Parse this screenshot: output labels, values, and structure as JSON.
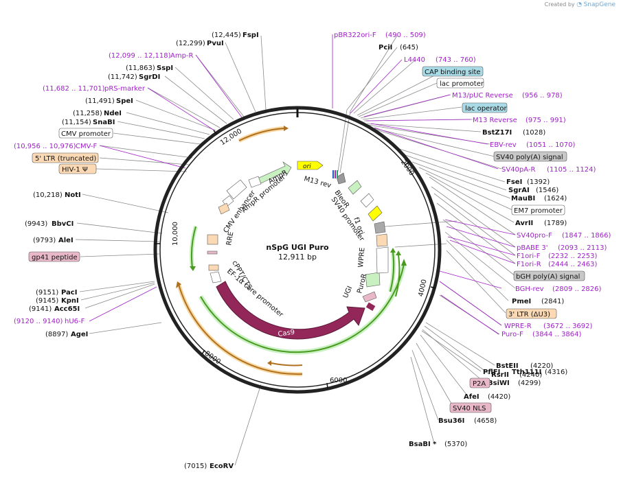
{
  "credit": {
    "prefix": "Created by",
    "brand": "SnapGene"
  },
  "plasmid": {
    "name": "nSpG UGI Puro",
    "length": "12,911 bp"
  },
  "ring_ticks": [
    "2000",
    "4000",
    "6000",
    "8000",
    "10,000",
    "12,000"
  ],
  "right_labels": {
    "pbr322": "pBR322ori-F",
    "pbr322_pos": "(490 .. 509)",
    "pcii": "PciI",
    "pcii_pos": "(645)",
    "l4440": "L4440",
    "l4440_pos": "(743 .. 760)",
    "cap": "CAP binding site",
    "lacprom": "lac promoter",
    "m13puc": "M13/pUC Reverse",
    "m13puc_pos": "(956 .. 978)",
    "lacop": "lac operator",
    "m13rev": "M13 Reverse",
    "m13rev_pos": "(975 .. 991)",
    "bstz17i": "BstZ17I",
    "bstz17i_pos": "(1028)",
    "ebvrev": "EBV-rev",
    "ebvrev_pos": "(1051 .. 1070)",
    "sv40polya": "SV40 poly(A) signal",
    "sv40par": "SV40pA-R",
    "sv40par_pos": "(1105 .. 1124)",
    "fsei": "FseI",
    "fsei_pos": "(1392)",
    "sgrai": "SgrAI",
    "sgrai_pos": "(1546)",
    "maubi": "MauBI",
    "maubi_pos": "(1624)",
    "em7": "EM7 promoter",
    "avrii": "AvrII",
    "avrii_pos": "(1789)",
    "sv40prof": "SV40pro-F",
    "sv40prof_pos": "(1847 .. 1866)",
    "pbabe": "pBABE 3'",
    "pbabe_pos": "(2093 .. 2113)",
    "f1orif": "F1ori-F",
    "f1orif_pos": "(2232 .. 2253)",
    "f1orir": "F1ori-R",
    "f1orir_pos": "(2444 .. 2463)",
    "bgh": "bGH poly(A) signal",
    "bghrev": "BGH-rev",
    "bghrev_pos": "(2809 .. 2826)",
    "pmei": "PmeI",
    "pmei_pos": "(2841)",
    "ltr3": "3' LTR (ΔU3)",
    "wprer": "WPRE-R",
    "wprer_pos": "(3672 .. 3692)",
    "purof": "Puro-F",
    "purof_pos": "(3844 .. 3864)",
    "bsteii": "BstEII",
    "bsteii_pos": "(4220)",
    "rsrii": "RsrII",
    "rsrii_pos": "(4240)",
    "bsiwi": "BsiWI",
    "bsiwi_pos": "(4299)",
    "pflfi": "PflFI",
    "tth": "Tth111I",
    "pflfi_pos": "(4316)",
    "p2a": "P2A",
    "afei": "AfeI",
    "afei_pos": "(4420)",
    "sv40nls": "SV40 NLS",
    "bsu36i": "Bsu36I",
    "bsu36i_pos": "(4658)",
    "bsabi": "BsaBI *",
    "bsabi_pos": "(5370)"
  },
  "left_labels": {
    "fspi": "FspI",
    "fspi_pos": "(12,445)",
    "pvui": "PvuI",
    "pvui_pos": "(12,299)",
    "ampr": "Amp-R",
    "ampr_pos": "(12,099 .. 12,118)",
    "sspi": "SspI",
    "sspi_pos": "(11,863)",
    "sgrdi": "SgrDI",
    "sgrdi_pos": "(11,742)",
    "prs": "pRS-marker",
    "prs_pos": "(11,682 .. 11,701)",
    "spei": "SpeI",
    "spei_pos": "(11,491)",
    "ndei": "NdeI",
    "ndei_pos": "(11,258)",
    "snabi": "SnaBI",
    "snabi_pos": "(11,154)",
    "cmvprom": "CMV promoter",
    "cmvf": "CMV-F",
    "cmvf_pos": "(10,956 .. 10,976)",
    "ltr5": "5' LTR (truncated)",
    "hiv": "HIV-1 Ψ",
    "noti": "NotI",
    "noti_pos": "(10,218)",
    "bbvci": "BbvCI",
    "bbvci_pos": "(9943)",
    "alei": "AleI",
    "alei_pos": "(9793)",
    "gp41": "gp41 peptide",
    "paci": "PacI",
    "paci_pos": "(9151)",
    "kpni": "KpnI",
    "kpni_pos": "(9145)",
    "acc65i": "Acc65I",
    "acc65i_pos": "(9141)",
    "hu6f": "hU6-F",
    "hu6f_pos": "(9120 .. 9140)",
    "agei": "AgeI",
    "agei_pos": "(8897)",
    "ecorv": "EcoRV",
    "ecorv_pos": "(7015)"
  },
  "inner_features": {
    "ori": "ori",
    "m13rev": "M13 rev",
    "bleor": "BleoR",
    "sv40prom": "SV40 promoter",
    "f1ori": "f1 ori",
    "ampr": "AmpR",
    "amprprom": "AmpR promoter",
    "cmvenh": "CMV enhancer",
    "rre": "RRE",
    "cppt": "cPPT/CTS",
    "ef1a": "EF-1α core promoter",
    "cas9": "Cas9",
    "ugi": "UGI",
    "puror": "PuroR",
    "wpre": "WPRE"
  },
  "colors": {
    "purple": "#a020c8",
    "green": "#a6e8a8",
    "orange": "#e3a34c",
    "cas9": "#93275a",
    "yellow": "#ffff00",
    "blue_box": "#a9dbe6",
    "gray_box": "#c8c8c8",
    "pink_box": "#e8b8c8",
    "peach_box": "#fbd9b5"
  }
}
